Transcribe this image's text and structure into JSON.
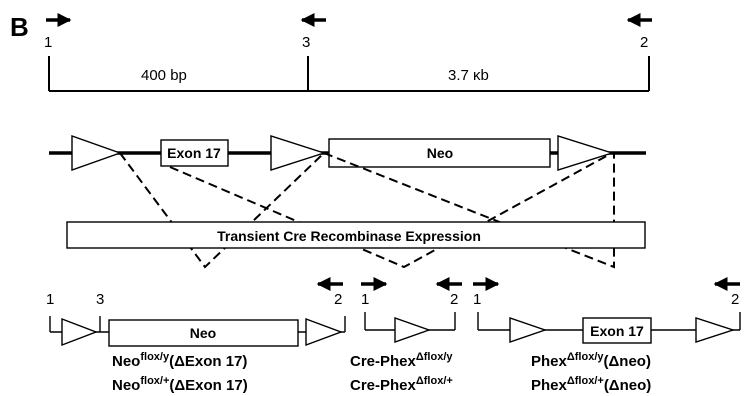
{
  "panel_label": "B",
  "primers": {
    "p1": "1",
    "p2": "2",
    "p3": "3"
  },
  "distances": {
    "d1": "400 bp",
    "d2": "3.7 κb"
  },
  "allele": {
    "exon_label": "Exon 17",
    "neo_label": "Neo"
  },
  "cre_bar_label": "Transient Cre Recombinase Expression",
  "products": {
    "left": {
      "neo_label": "Neo",
      "genotypes": [
        {
          "base": "Neo",
          "sup": "flox/y",
          "suffix": "(ΔExon 17)"
        },
        {
          "base": "Neo",
          "sup": "flox/+",
          "suffix": "(ΔExon 17)"
        }
      ]
    },
    "middle": {
      "genotypes": [
        {
          "base": "Cre-Phex",
          "sup": "Δflox/y",
          "suffix": ""
        },
        {
          "base": "Cre-Phex",
          "sup": "Δflox/+",
          "suffix": ""
        }
      ]
    },
    "right": {
      "exon_label": "Exon 17",
      "genotypes": [
        {
          "base": "Phex",
          "sup": "Δflox/y",
          "suffix": "(Δneo)"
        },
        {
          "base": "Phex",
          "sup": "Δflox/+",
          "suffix": "(Δneo)"
        }
      ]
    }
  }
}
